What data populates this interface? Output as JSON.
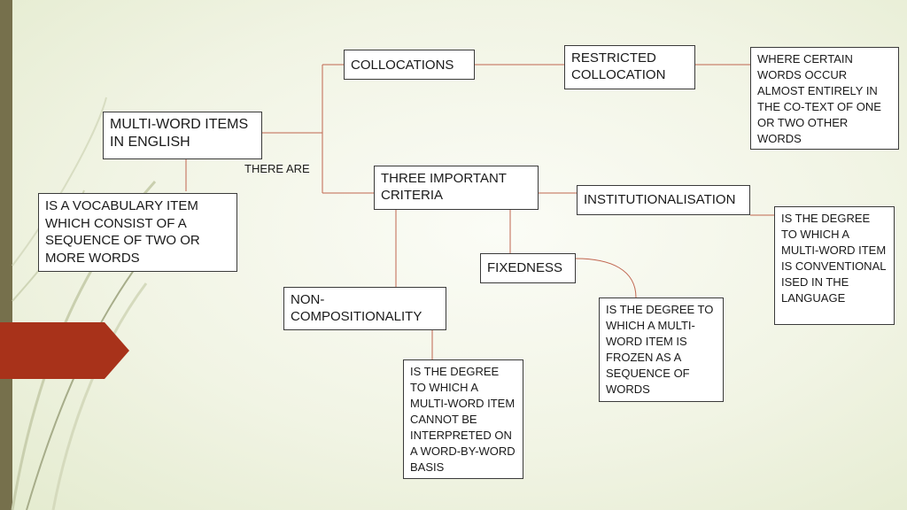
{
  "nodes": {
    "multi_word": "MULTI-WORD ITEMS IN ENGLISH",
    "definition": "IS A VOCABULARY ITEM WHICH CONSIST OF A SEQUENCE OF TWO OR MORE WORDS",
    "there_are": "THERE ARE",
    "collocations": "COLLOCATIONS",
    "restricted_collocation": "RESTRICTED COLLOCATION",
    "restricted_def": "WHERE CERTAIN WORDS OCCUR ALMOST ENTIRELY IN THE CO-TEXT OF ONE OR TWO OTHER WORDS",
    "three_criteria": "THREE IMPORTANT CRITERIA",
    "institutionalisation": "INSTITUTIONALISATION",
    "institutionalisation_def": "IS THE DEGREE TO WHICH A MULTI-WORD ITEM IS CONVENTIONAL ISED IN THE LANGUAGE",
    "fixedness": "FIXEDNESS",
    "fixedness_def": "IS THE DEGREE TO WHICH A MULTI-WORD ITEM IS FROZEN AS A SEQUENCE OF WORDS",
    "non_compositionality": "NON-COMPOSITIONALITY",
    "non_compositionality_def": "IS THE DEGREE TO WHICH A MULTI-WORD ITEM CANNOT BE INTERPRETED ON A WORD-BY-WORD BASIS"
  },
  "colors": {
    "connector": "#c0654f",
    "accent": "#a8321a",
    "sidebar": "#76704c"
  }
}
